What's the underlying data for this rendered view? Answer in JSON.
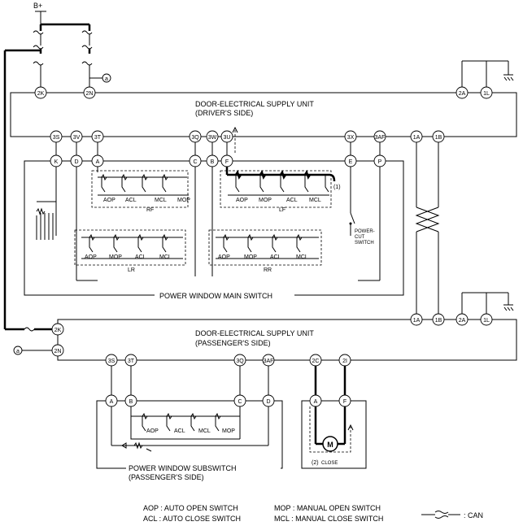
{
  "power": {
    "label": "B+"
  },
  "driver_unit": {
    "line1": "DOOR-ELECTRICAL SUPPLY UNIT",
    "line2": "(DRIVER'S SIDE)"
  },
  "passenger_unit": {
    "line1": "DOOR-ELECTRICAL SUPPLY UNIT",
    "line2": "(PASSENGER'S SIDE)"
  },
  "main_switch": {
    "label": "POWER WINDOW MAIN SWITCH"
  },
  "sub_switch": {
    "line1": "POWER WINDOW SUBSWITCH",
    "line2": "(PASSENGER'S SIDE)"
  },
  "power_cut": {
    "line1": "POWER-",
    "line2": "CUT",
    "line3": "SWITCH"
  },
  "groups": {
    "rf": "RF",
    "lf": "LF",
    "lr": "LR",
    "rr": "RR"
  },
  "switches": {
    "aop": "AOP",
    "acl": "ACL",
    "mcl": "MCL",
    "mop": "MOP"
  },
  "motor": {
    "label": "M"
  },
  "annotations": {
    "one": "(1)",
    "two": "(2)",
    "close": "CLOSE"
  },
  "junction": {
    "a": "a"
  },
  "terminals": {
    "t2K": "2K",
    "t2N": "2N",
    "t2A": "2A",
    "t1L": "1L",
    "t3S": "3S",
    "t3V": "3V",
    "t3T": "3T",
    "t3Q": "3Q",
    "t3W": "3W",
    "t3U": "3U",
    "t3X": "3X",
    "t3AF": "3AF",
    "t1A": "1A",
    "t1B": "1B",
    "t2C": "2C",
    "t2I": "2I",
    "K": "K",
    "D": "D",
    "A": "A",
    "C": "C",
    "B": "B",
    "F": "F",
    "E": "E",
    "P": "P"
  },
  "legend": {
    "aop": "AOP : AUTO OPEN SWITCH",
    "acl": "ACL : AUTO CLOSE SWITCH",
    "mop": "MOP : MANUAL OPEN SWITCH",
    "mcl": "MCL : MANUAL CLOSE SWITCH",
    "can": ": CAN"
  }
}
